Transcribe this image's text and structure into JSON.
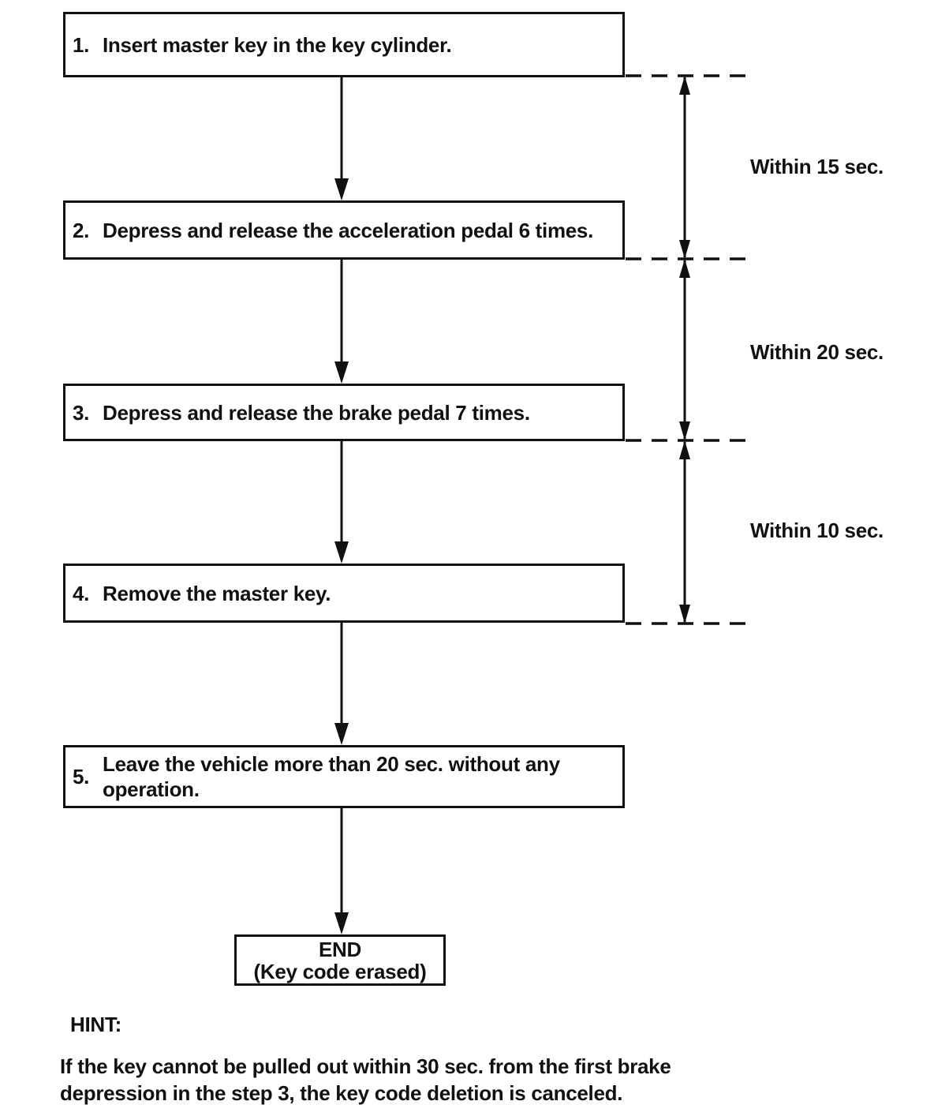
{
  "diagram": {
    "title_semantic": "Key code deletion procedure flowchart",
    "steps": [
      {
        "num": "1.",
        "text": "Insert master key in the key cylinder."
      },
      {
        "num": "2.",
        "text": "Depress and release the acceleration pedal 6 times."
      },
      {
        "num": "3.",
        "text": "Depress and release the brake pedal 7 times."
      },
      {
        "num": "4.",
        "text": "Remove the master key."
      },
      {
        "num": "5.",
        "text": "Leave the vehicle more than 20 sec. without any operation."
      }
    ],
    "end": {
      "title": "END",
      "subtitle": "(Key code erased)"
    },
    "timings": [
      {
        "label": "Within 15 sec."
      },
      {
        "label": "Within 20 sec."
      },
      {
        "label": "Within 10 sec."
      }
    ],
    "hint": {
      "title": "HINT:",
      "lines": [
        "If the key cannot be pulled out within 30 sec. from the first brake",
        "depression in the step 3, the key code deletion is canceled."
      ]
    },
    "colors": {
      "ink": "#111111",
      "paper": "#ffffff"
    }
  }
}
